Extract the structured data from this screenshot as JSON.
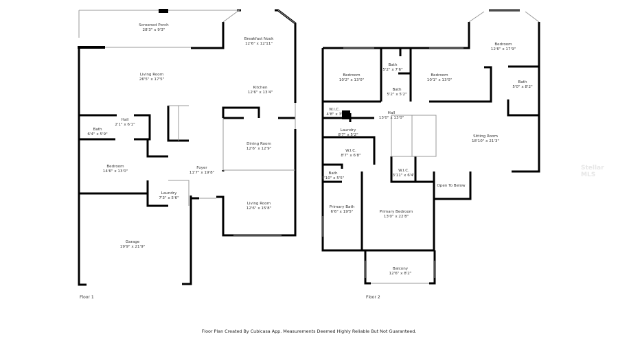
{
  "floor1": {
    "title": "Floor 1",
    "rooms": [
      {
        "name": "Screened Porch",
        "size": "28'3\" x 9'3\""
      },
      {
        "name": "Breakfast Nook",
        "size": "12'6\" x 12'11\""
      },
      {
        "name": "Living Room",
        "size": "26'5\" x 17'5\""
      },
      {
        "name": "Kitchen",
        "size": "12'6\" x 13'4\""
      },
      {
        "name": "Hall",
        "size": "2'1\" x 6'1\""
      },
      {
        "name": "Bath",
        "size": "6'4\" x 5'9\""
      },
      {
        "name": "Dining Room",
        "size": "12'6\" x 12'9\""
      },
      {
        "name": "Bedroom",
        "size": "14'6\" x 13'0\""
      },
      {
        "name": "Foyer",
        "size": "11'7\" x 19'8\""
      },
      {
        "name": "Laundry",
        "size": "7'3\" x 5'6\""
      },
      {
        "name": "Living Room",
        "size": "12'6\" x 15'8\""
      },
      {
        "name": "Garage",
        "size": "19'9\" x 21'9\""
      }
    ]
  },
  "floor2": {
    "title": "Floor 2",
    "rooms": [
      {
        "name": "Bedroom",
        "size": "12'6\" x 17'9\""
      },
      {
        "name": "Bath",
        "size": "5'2\" x 7'6\""
      },
      {
        "name": "Bedroom",
        "size": "10'2\" x 13'0\""
      },
      {
        "name": "Bedroom",
        "size": "10'1\" x 13'0\""
      },
      {
        "name": "Bath",
        "size": "5'2\" x 5'2\""
      },
      {
        "name": "Bath",
        "size": "5'0\" x 8'2\""
      },
      {
        "name": "W.I.C.",
        "size": "4'8\" x 3'"
      },
      {
        "name": "Hall",
        "size": "13'0\" x 13'0\""
      },
      {
        "name": "Laundry",
        "size": "8'7\" x 5'2\""
      },
      {
        "name": "Sitting Room",
        "size": "18'10\" x 21'3\""
      },
      {
        "name": "W.I.C.",
        "size": "8'7\" x 6'8\""
      },
      {
        "name": "Bath",
        "size": "5'10\" x 5'5\""
      },
      {
        "name": "W.I.C.",
        "size": "3'11\" x 6'4\""
      },
      {
        "name": "Open To Below",
        "size": ""
      },
      {
        "name": "Primary Bath",
        "size": "6'6\" x 19'5\""
      },
      {
        "name": "Primary Bedroom",
        "size": "13'0\" x 22'8\""
      },
      {
        "name": "Balcony",
        "size": "12'6\" x 8'2\""
      }
    ]
  },
  "footer": "Floor Plan Created By Cubicasa App. Measurements Deemed Highly Reliable But Not Guaranteed.",
  "watermark": "Stellar MLS"
}
